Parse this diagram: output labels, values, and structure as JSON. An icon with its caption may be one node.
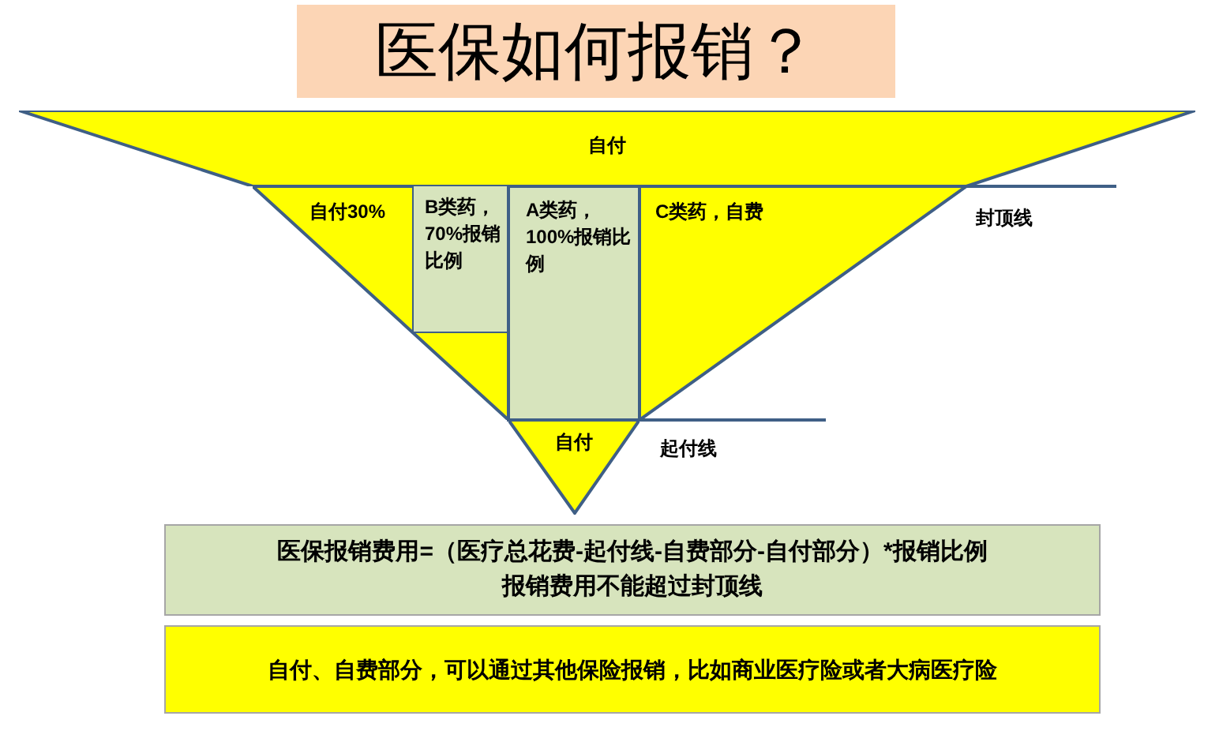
{
  "diagram": {
    "title": "医保如何报销？",
    "nodes": [
      {
        "text": [
          "自付"
        ]
      },
      {
        "text": [
          "自付30%"
        ]
      },
      {
        "text": [
          "B类药，70%报销比例"
        ]
      },
      {
        "text": [
          "A类药，100%报销比例"
        ]
      },
      {
        "text": [
          "C类药，自费"
        ]
      },
      {
        "text": [
          "自付"
        ]
      },
      {
        "text": [
          "医保报销费用=（医疗总花费-起付线-自费部分-自付部分）*报销比例",
          "报销费用不能超过封顶线"
        ]
      },
      {
        "text": [
          "自付、自费部分，可以通过其他保险报销，比如商业医疗险或者大病医疗险"
        ]
      }
    ],
    "edges": [],
    "labels": [
      "封顶线",
      "起付线"
    ]
  }
}
